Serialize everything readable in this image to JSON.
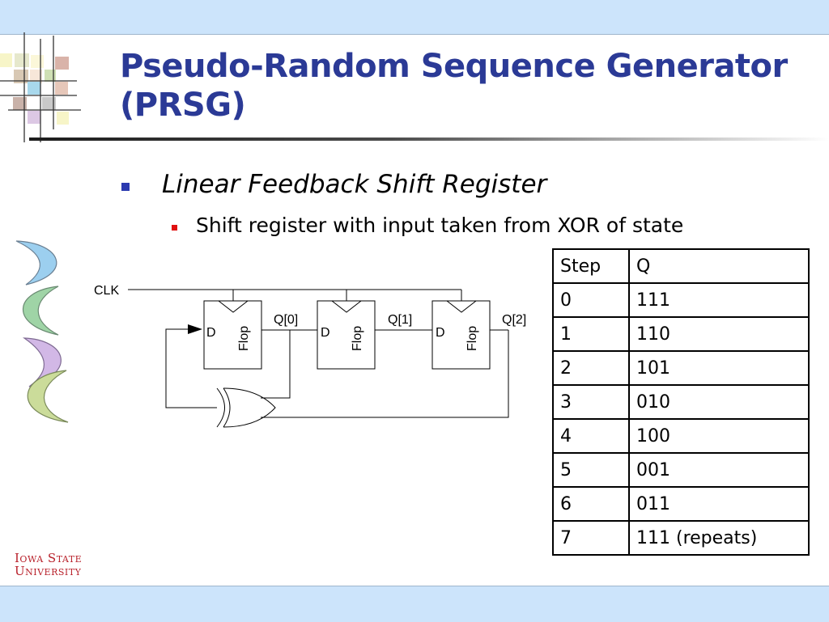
{
  "slide": {
    "title_line1": "Pseudo-Random Sequence Generator",
    "title_line2": "(PRSG)",
    "bullet1": "Linear Feedback Shift Register",
    "bullet2": "Shift register with input taken from XOR of state"
  },
  "diagram": {
    "clk_label": "CLK",
    "flops": [
      {
        "d_label": "D",
        "name": "Flop",
        "out_label": "Q[0]"
      },
      {
        "d_label": "D",
        "name": "Flop",
        "out_label": "Q[1]"
      },
      {
        "d_label": "D",
        "name": "Flop",
        "out_label": "Q[2]"
      }
    ]
  },
  "table": {
    "headers": [
      "Step",
      "Q"
    ],
    "rows": [
      [
        "0",
        "111"
      ],
      [
        "1",
        "110"
      ],
      [
        "2",
        "101"
      ],
      [
        "3",
        "010"
      ],
      [
        "4",
        "100"
      ],
      [
        "5",
        "001"
      ],
      [
        "6",
        "011"
      ],
      [
        "7",
        "111 (repeats)"
      ]
    ]
  },
  "logo": {
    "line1": "Iowa State",
    "line2": "University"
  },
  "colors": {
    "title": "#2b3a96",
    "band": "#cce4fb",
    "bullet1_marker": "#2b3ab0",
    "bullet2_marker": "#e01010",
    "logo": "#b8202a"
  }
}
